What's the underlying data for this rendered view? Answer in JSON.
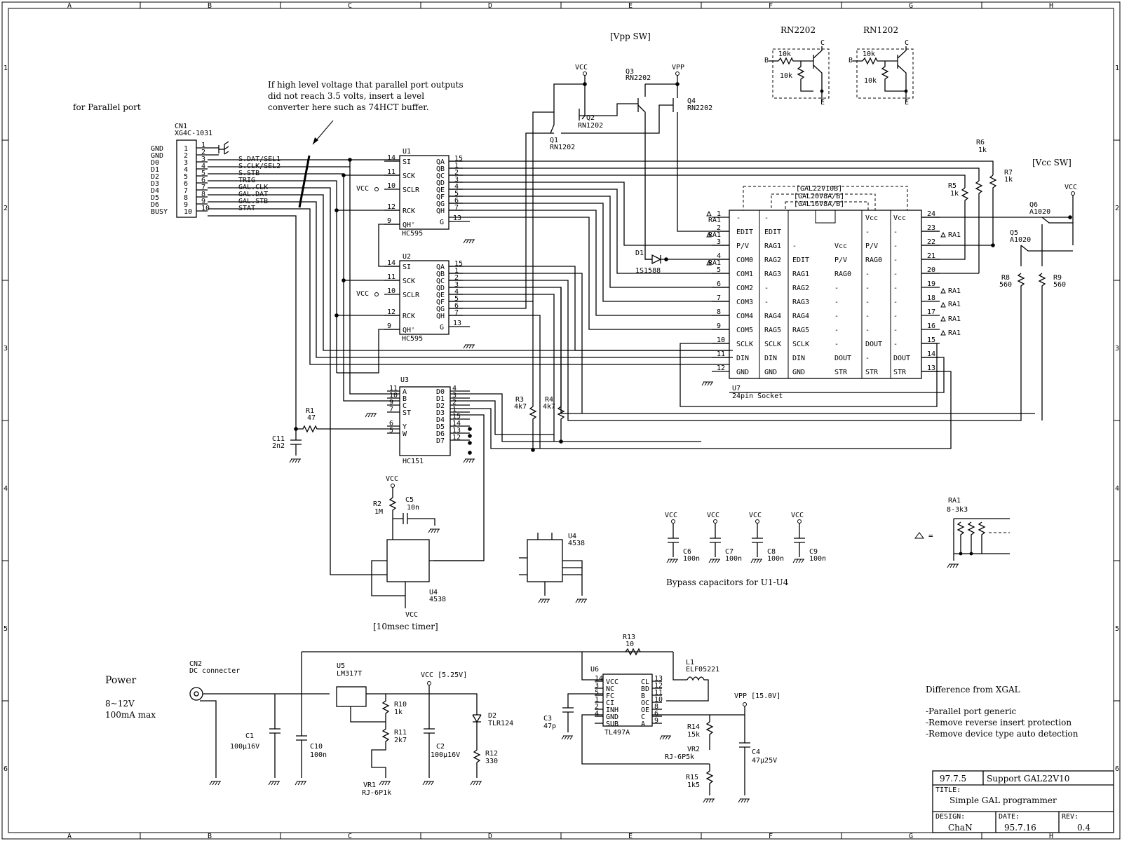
{
  "title_block": {
    "rev_date": "97.7.5",
    "rev_note": "Support GAL22V10",
    "title_label": "TITLE:",
    "title": "Simple GAL programmer",
    "design_label": "DESIGN:",
    "designer": "ChaN",
    "date_label": "DATE:",
    "date": "95.7.16",
    "rev_label": "REV:",
    "rev": "0.4"
  },
  "grid": {
    "cols": [
      "A",
      "B",
      "C",
      "D",
      "E",
      "F",
      "G",
      "H"
    ],
    "rows": [
      "1",
      "2",
      "3",
      "4",
      "5",
      "6"
    ]
  },
  "headings": {
    "parallel": "for Parallel port",
    "note1": "If high level voltage that parallel port outputs",
    "note2": "did not reach 3.5 volts, insert a level",
    "note3": "converter here such as 74HCT buffer.",
    "vpp_sw": "[Vpp SW]",
    "vcc_sw": "[Vcc SW]",
    "timer": "[10msec timer]",
    "bypass": "Bypass capacitors for U1-U4",
    "power": "Power",
    "power_v": "8~12V",
    "power_i": "100mA max",
    "vcc_525": "VCC [5.25V]",
    "vpp_15": "VPP [15.0V]",
    "diff_title": "Difference from XGAL",
    "diff1": "-Parallel port generic",
    "diff2": "-Remove reverse insert protection",
    "diff3": "-Remove device type auto detection"
  },
  "cn1": {
    "ref": "CN1",
    "part": "XG4C-1031",
    "left_labels": [
      "GND",
      "GND",
      "D0",
      "D1",
      "D2",
      "D3",
      "D4",
      "D5",
      "D6",
      "BUSY"
    ],
    "pins": [
      "1",
      "2",
      "3",
      "4",
      "5",
      "6",
      "7",
      "8",
      "9",
      "10"
    ],
    "nets": [
      "S.DAT/SEL1",
      "S.CLK/SEL2",
      "S.STB",
      "TRIG",
      "GAL.CLK",
      "GAL.DAT",
      "GAL.STB",
      "STAT"
    ]
  },
  "u1": {
    "ref": "U1",
    "part": "HC595"
  },
  "u2": {
    "ref": "U2",
    "part": "HC595"
  },
  "u3": {
    "ref": "U3",
    "part": "HC151"
  },
  "u4a": {
    "ref": "U4",
    "part": "4538"
  },
  "u4b": {
    "ref": "U4",
    "part": "4538"
  },
  "u5": {
    "ref": "U5",
    "part": "LM317T"
  },
  "u6": {
    "ref": "U6",
    "part": "TL497A"
  },
  "u7": {
    "ref": "U7",
    "part": "24pin Socket",
    "headers": [
      "[GAL22V10B]",
      "[GAL20V8A/B]",
      "[GAL16V8A/B]"
    ],
    "left_rows": [
      [
        "-",
        "-"
      ],
      [
        "EDIT",
        "EDIT"
      ],
      [
        "P/V",
        "RAG1"
      ],
      [
        "COM0",
        "RAG2"
      ],
      [
        "COM1",
        "RAG3"
      ],
      [
        "COM2",
        "-"
      ],
      [
        "COM3",
        "-"
      ],
      [
        "COM4",
        "RAG4"
      ],
      [
        "COM5",
        "RAG5"
      ],
      [
        "SCLK",
        "SCLK"
      ],
      [
        "DIN",
        "DIN"
      ],
      [
        "GND",
        "GND"
      ]
    ],
    "mid_rows": [
      "",
      "",
      "-",
      "EDIT",
      "RAG1",
      "RAG2",
      "RAG3",
      "RAG4",
      "RAG5",
      "SCLK",
      "DIN",
      "GND"
    ],
    "right_rows": [
      [
        "Vcc",
        "Vcc"
      ],
      [
        "-",
        "-"
      ],
      [
        "P/V",
        "-"
      ],
      [
        "RAG0",
        "-"
      ],
      [
        "-",
        "-"
      ],
      [
        "-",
        "-"
      ],
      [
        "-",
        "-"
      ],
      [
        "-",
        "-"
      ],
      [
        "-",
        "-"
      ],
      [
        "DOUT",
        "-"
      ],
      [
        "-",
        "DOUT"
      ],
      [
        "STR",
        "STR"
      ]
    ],
    "col3": [
      "",
      "",
      "Vcc",
      "P/V",
      "RAG0",
      "-",
      "-",
      "-",
      "-",
      "-",
      "DOUT",
      "STR"
    ],
    "left_pins": [
      "1",
      "2",
      "3",
      "4",
      "5",
      "6",
      "7",
      "8",
      "9",
      "10",
      "11",
      "12"
    ],
    "right_pins": [
      "24",
      "23",
      "22",
      "21",
      "20",
      "19",
      "18",
      "17",
      "16",
      "15",
      "14",
      "13"
    ]
  },
  "parts": {
    "q1": "Q1",
    "q1v": "RN1202",
    "q2": "Q2",
    "q2v": "RN1202",
    "q3": "Q3",
    "q3v": "RN2202",
    "q4": "Q4",
    "q4v": "RN2202",
    "q5": "Q5",
    "q5v": "A1020",
    "q6": "Q6",
    "q6v": "A1020",
    "d1": "D1",
    "d1v": "1S1588",
    "d2": "D2",
    "d2v": "TLR124",
    "r1": "R1",
    "r1v": "47",
    "r2": "R2",
    "r2v": "1M",
    "r3": "R3",
    "r3v": "4k7",
    "r4": "R4",
    "r4v": "4k7",
    "r5": "R5",
    "r5v": "1k",
    "r6": "R6",
    "r6v": "1k",
    "r7": "R7",
    "r7v": "1k",
    "r8": "R8",
    "r8v": "560",
    "r9": "R9",
    "r9v": "560",
    "r10": "R10",
    "r10v": "1k",
    "r11": "R11",
    "r11v": "2k7",
    "r12": "R12",
    "r12v": "330",
    "r13": "R13",
    "r13v": "10",
    "r14": "R14",
    "r14v": "15k",
    "r15": "R15",
    "r15v": "1k5",
    "c1": "C1",
    "c1v": "100µ16V",
    "c2": "C2",
    "c2v": "100µ16V",
    "c3": "C3",
    "c3v": "47p",
    "c4": "C4",
    "c4v": "47µ25V",
    "c5": "C5",
    "c5v": "10n",
    "c6": "C6",
    "c6v": "100n",
    "c7": "C7",
    "c7v": "100n",
    "c8": "C8",
    "c8v": "100n",
    "c9": "C9",
    "c9v": "100n",
    "c10": "C10",
    "c10v": "100n",
    "c11": "C11",
    "c11v": "2n2",
    "vr1": "VR1",
    "vr1v": "RJ-6P1k",
    "vr2": "VR2",
    "vr2v": "RJ-6P5k",
    "l1": "L1",
    "l1v": "ELF05221",
    "cn2": "CN2",
    "cn2v": "DC connecter",
    "ra1": "RA1",
    "ra1v": "8-3k3",
    "rn2202": "RN2202",
    "rn1202": "RN1202",
    "r10k": "10k",
    "vcc": "VCC",
    "vpp": "VPP",
    "equals": "="
  }
}
